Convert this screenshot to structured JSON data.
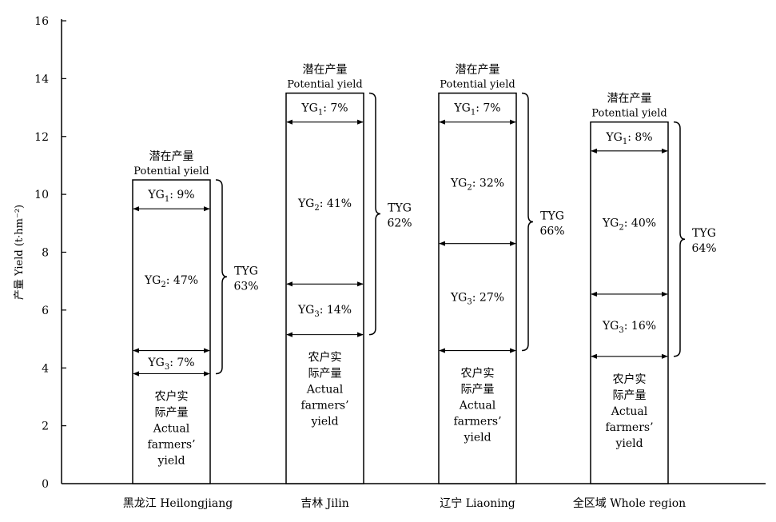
{
  "chart_data": {
    "type": "bar",
    "ylabel": "产量 Yield (t·hm⁻²)",
    "ylim": [
      0,
      16
    ],
    "yticks": [
      "0",
      "2",
      "4",
      "6",
      "8",
      "10",
      "12",
      "14",
      "16"
    ],
    "categories": [
      {
        "label": "黑龙江 Heilongjiang",
        "potential": 10.5,
        "actual": 3.8,
        "bounds": [
          10.5,
          9.5,
          4.6,
          3.8
        ],
        "gaps": [
          {
            "label": "YG",
            "sub": "1",
            "pct": ": 9%"
          },
          {
            "label": "YG",
            "sub": "2",
            "pct": ": 47%"
          },
          {
            "label": "YG",
            "sub": "3",
            "pct": ": 7%"
          }
        ],
        "tyg_label": "TYG",
        "tyg_value": "63%"
      },
      {
        "label": "吉林 Jilin",
        "potential": 13.5,
        "actual": 5.15,
        "bounds": [
          13.5,
          12.5,
          6.9,
          5.15
        ],
        "gaps": [
          {
            "label": "YG",
            "sub": "1",
            "pct": ": 7%"
          },
          {
            "label": "YG",
            "sub": "2",
            "pct": ": 41%"
          },
          {
            "label": "YG",
            "sub": "3",
            "pct": ": 14%"
          }
        ],
        "tyg_label": "TYG",
        "tyg_value": "62%"
      },
      {
        "label": "辽宁 Liaoning",
        "potential": 13.5,
        "actual": 4.6,
        "bounds": [
          13.5,
          12.5,
          8.3,
          4.6
        ],
        "gaps": [
          {
            "label": "YG",
            "sub": "1",
            "pct": ": 7%"
          },
          {
            "label": "YG",
            "sub": "2",
            "pct": ": 32%"
          },
          {
            "label": "YG",
            "sub": "3",
            "pct": ": 27%"
          }
        ],
        "tyg_label": "TYG",
        "tyg_value": "66%"
      },
      {
        "label": "全区域 Whole region",
        "potential": 12.5,
        "actual": 4.4,
        "bounds": [
          12.5,
          11.5,
          6.55,
          4.4
        ],
        "gaps": [
          {
            "label": "YG",
            "sub": "1",
            "pct": ": 8%"
          },
          {
            "label": "YG",
            "sub": "2",
            "pct": ": 40%"
          },
          {
            "label": "YG",
            "sub": "3",
            "pct": ": 16%"
          }
        ],
        "tyg_label": "TYG",
        "tyg_value": "64%"
      }
    ],
    "potential_label_cn": "潜在产量",
    "potential_label_en": "Potential yield",
    "actual_label_lines": [
      "农户实",
      "际产量",
      "Actual",
      "farmers’",
      "yield"
    ]
  }
}
